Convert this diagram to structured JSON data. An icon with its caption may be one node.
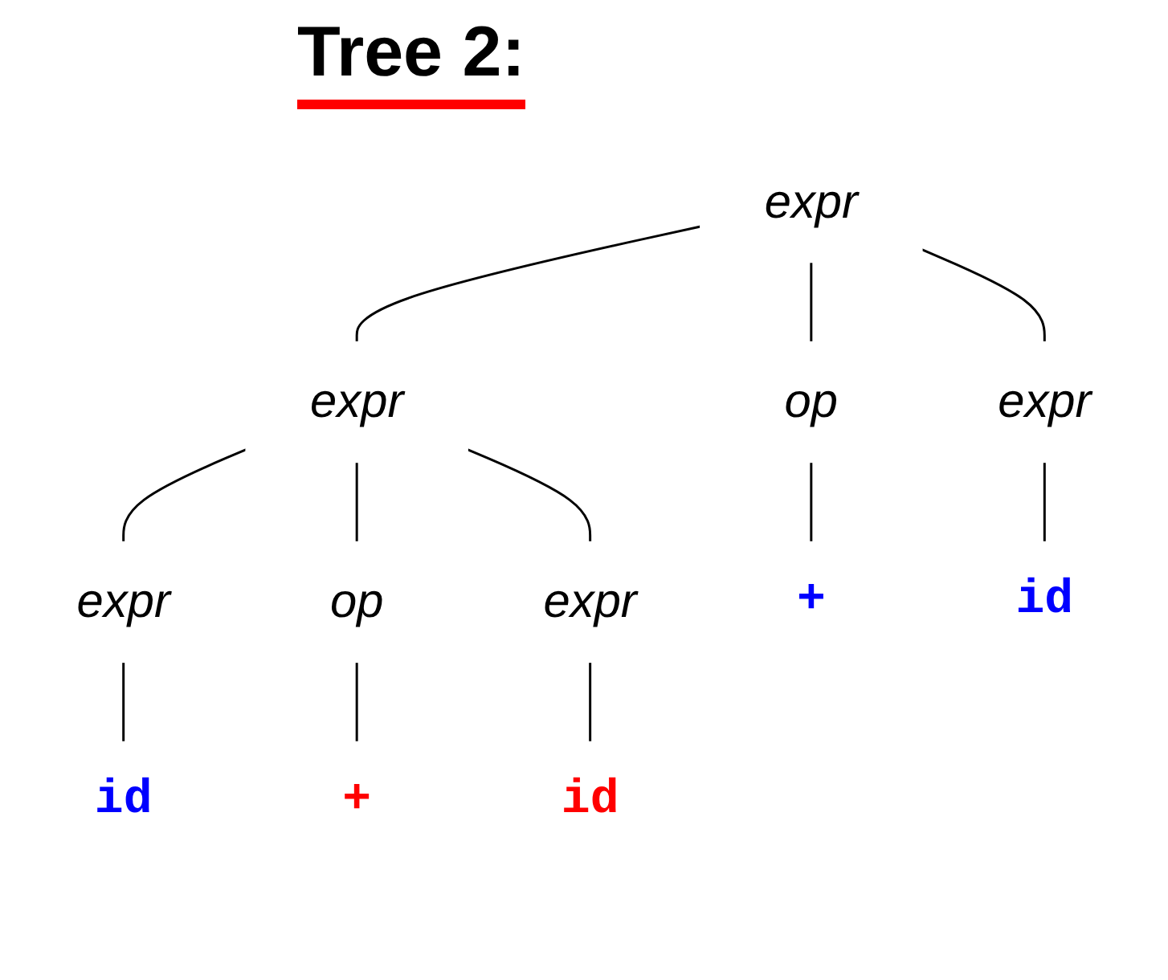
{
  "diagram": {
    "title": "Tree 2:",
    "nodes": [
      {
        "text": [
          "expr"
        ]
      },
      {
        "text": [
          "expr"
        ]
      },
      {
        "text": [
          "op"
        ]
      },
      {
        "text": [
          "expr"
        ]
      },
      {
        "text": [
          "expr"
        ]
      },
      {
        "text": [
          "op"
        ]
      },
      {
        "text": [
          "expr"
        ]
      },
      {
        "text": [
          "+"
        ]
      },
      {
        "text": [
          "id"
        ]
      },
      {
        "text": [
          "+"
        ]
      },
      {
        "text": [
          "id"
        ]
      },
      {
        "text": [
          "id"
        ]
      }
    ],
    "edges": [
      {
        "from": 0,
        "to": 1,
        "arrow": "none"
      },
      {
        "from": 0,
        "to": 2,
        "arrow": "none"
      },
      {
        "from": 0,
        "to": 3,
        "arrow": "none"
      },
      {
        "from": 1,
        "to": 4,
        "arrow": "none"
      },
      {
        "from": 1,
        "to": 5,
        "arrow": "none"
      },
      {
        "from": 1,
        "to": 6,
        "arrow": "none"
      },
      {
        "from": 2,
        "to": 7,
        "arrow": "none"
      },
      {
        "from": 4,
        "to": 8,
        "arrow": "none"
      },
      {
        "from": 5,
        "to": 9,
        "arrow": "none"
      },
      {
        "from": 6,
        "to": 10,
        "arrow": "none"
      },
      {
        "from": 3,
        "to": 11,
        "arrow": "none"
      }
    ]
  }
}
